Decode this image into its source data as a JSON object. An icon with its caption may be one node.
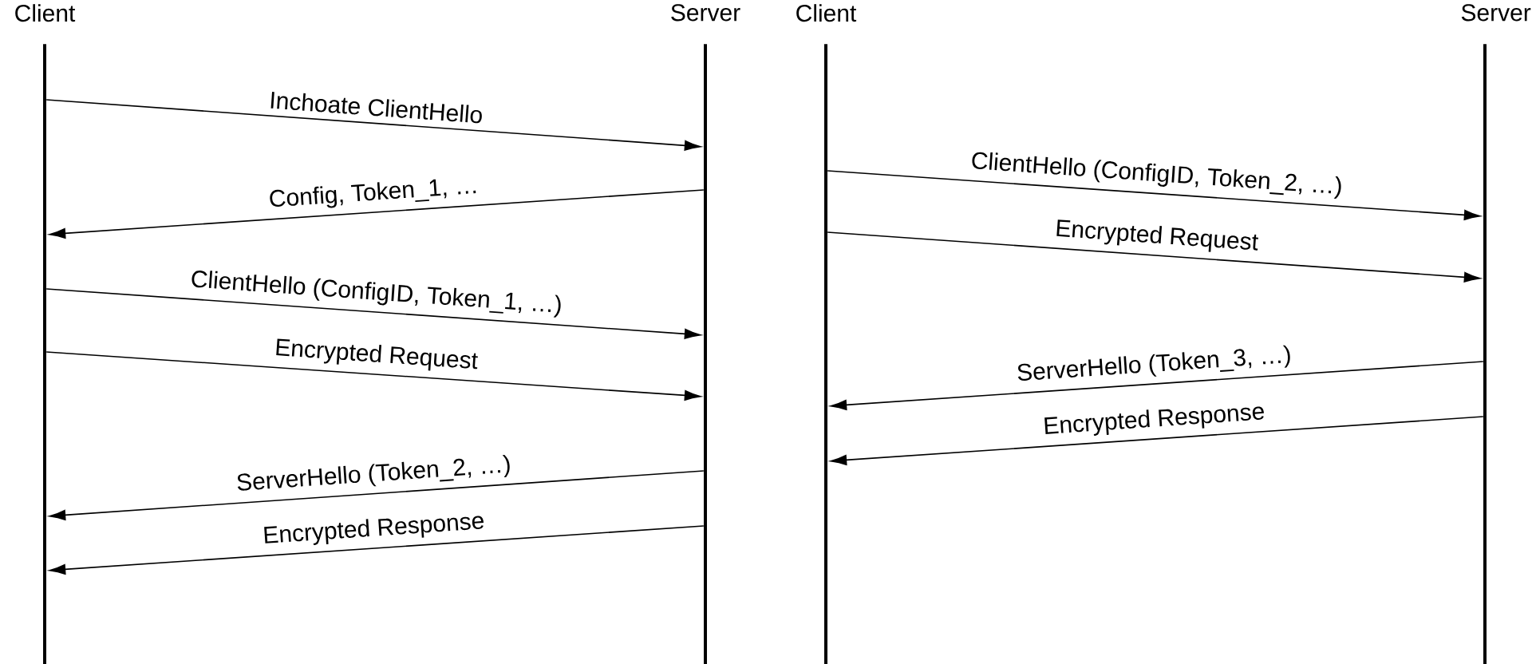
{
  "diagram": {
    "nodes": [
      {
        "text": [
          "Client"
        ]
      },
      {
        "text": [
          "Server"
        ]
      },
      {
        "text": [
          "Client"
        ]
      },
      {
        "text": [
          "Server"
        ]
      }
    ],
    "edges": [
      {
        "from": 0,
        "to": 1,
        "arrow": "to",
        "label": "Inchoate ClientHello"
      },
      {
        "from": 1,
        "to": 0,
        "arrow": "to",
        "label": "Config, Token_1, …"
      },
      {
        "from": 0,
        "to": 1,
        "arrow": "to",
        "label": "ClientHello (ConfigID, Token_1, …)"
      },
      {
        "from": 0,
        "to": 1,
        "arrow": "to",
        "label": "Encrypted Request"
      },
      {
        "from": 1,
        "to": 0,
        "arrow": "to",
        "label": "ServerHello (Token_2, …)"
      },
      {
        "from": 1,
        "to": 0,
        "arrow": "to",
        "label": "Encrypted Response"
      },
      {
        "from": 2,
        "to": 3,
        "arrow": "to",
        "label": "ClientHello (ConfigID, Token_2, …)"
      },
      {
        "from": 2,
        "to": 3,
        "arrow": "to",
        "label": "Encrypted Request"
      },
      {
        "from": 3,
        "to": 2,
        "arrow": "to",
        "label": "ServerHello (Token_3, …)"
      },
      {
        "from": 3,
        "to": 2,
        "arrow": "to",
        "label": "Encrypted Response"
      }
    ]
  }
}
